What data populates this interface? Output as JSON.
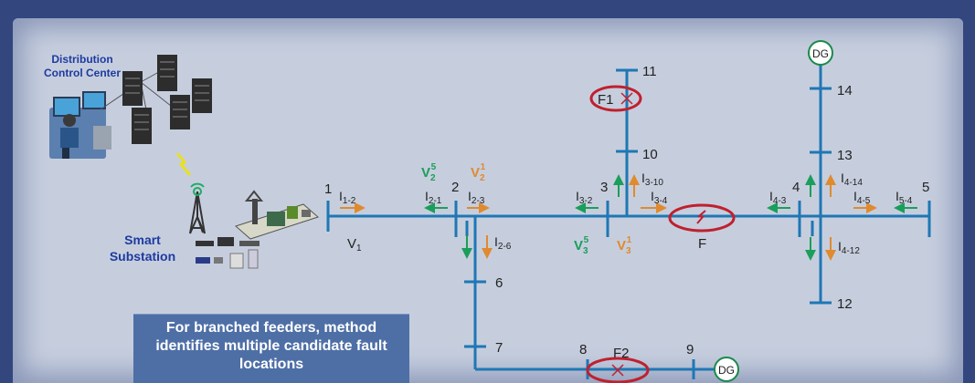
{
  "colors": {
    "line": "#1f77b4",
    "orange": "#e08a2e",
    "green": "#1b9e5a",
    "red": "#c0202e",
    "label_blue": "#1e3aa0",
    "dg_green": "#1a8a4a"
  },
  "control_center": {
    "line1": "Distribution",
    "line2": "Control Center"
  },
  "substation": {
    "line1": "Smart",
    "line2": "Substation"
  },
  "note": {
    "text": "For branched feeders, method identifies multiple candidate fault locations"
  },
  "nodes": {
    "n1": "1",
    "n2": "2",
    "n3": "3",
    "n4": "4",
    "n5": "5",
    "n6": "6",
    "n7": "7",
    "n8": "8",
    "n9": "9",
    "n10": "10",
    "n11": "11",
    "n12": "12",
    "n13": "13",
    "n14": "14"
  },
  "dg": {
    "top": "DG",
    "bottom": "DG"
  },
  "faults": {
    "f1": "F1",
    "f2": "F2",
    "f": "F"
  },
  "voltages": {
    "v1": "V",
    "v1_sub": "1",
    "v2_base": "V",
    "v2_sub": "2",
    "v2_sup_green": "5",
    "v2_sup_orange": "1",
    "v3_base": "V",
    "v3_sub": "3",
    "v3_sup_green": "5",
    "v3_sup_orange": "1"
  },
  "currents": {
    "i12": {
      "base": "I",
      "sub": "1-2"
    },
    "i21": {
      "base": "I",
      "sub": "2-1"
    },
    "i23": {
      "base": "I",
      "sub": "2-3"
    },
    "i26": {
      "base": "I",
      "sub": "2-6"
    },
    "i32": {
      "base": "I",
      "sub": "3-2"
    },
    "i310": {
      "base": "I",
      "sub": "3-10"
    },
    "i34": {
      "base": "I",
      "sub": "3-4"
    },
    "i43": {
      "base": "I",
      "sub": "4-3"
    },
    "i414": {
      "base": "I",
      "sub": "4-14"
    },
    "i45": {
      "base": "I",
      "sub": "4-5"
    },
    "i54": {
      "base": "I",
      "sub": "5-4"
    },
    "i412": {
      "base": "I",
      "sub": "4-12"
    }
  }
}
